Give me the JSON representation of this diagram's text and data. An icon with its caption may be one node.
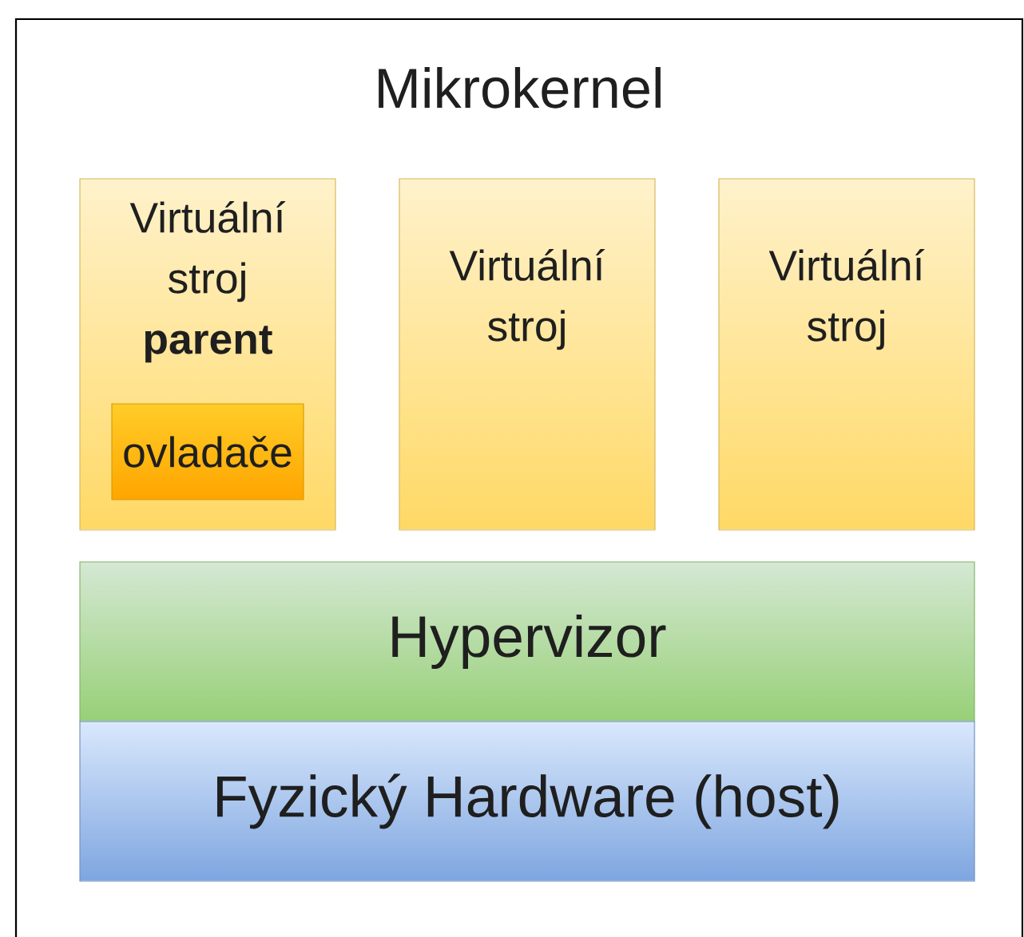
{
  "diagram": {
    "nodes": [
      {
        "text": [
          "Mikrokernel"
        ]
      },
      {
        "text": [
          "Virtuální stroj **parent**"
        ],
        "in": 0
      },
      {
        "text": [
          "ovladače"
        ],
        "in": 1
      },
      {
        "text": [
          "Virtuální stroj"
        ],
        "in": 0
      },
      {
        "text": [
          "Virtuální stroj"
        ],
        "in": 0
      },
      {
        "text": [
          "Hypervizor"
        ],
        "in": 0
      },
      {
        "text": [
          "Fyzický Hardware (host)"
        ],
        "in": 0
      }
    ]
  }
}
